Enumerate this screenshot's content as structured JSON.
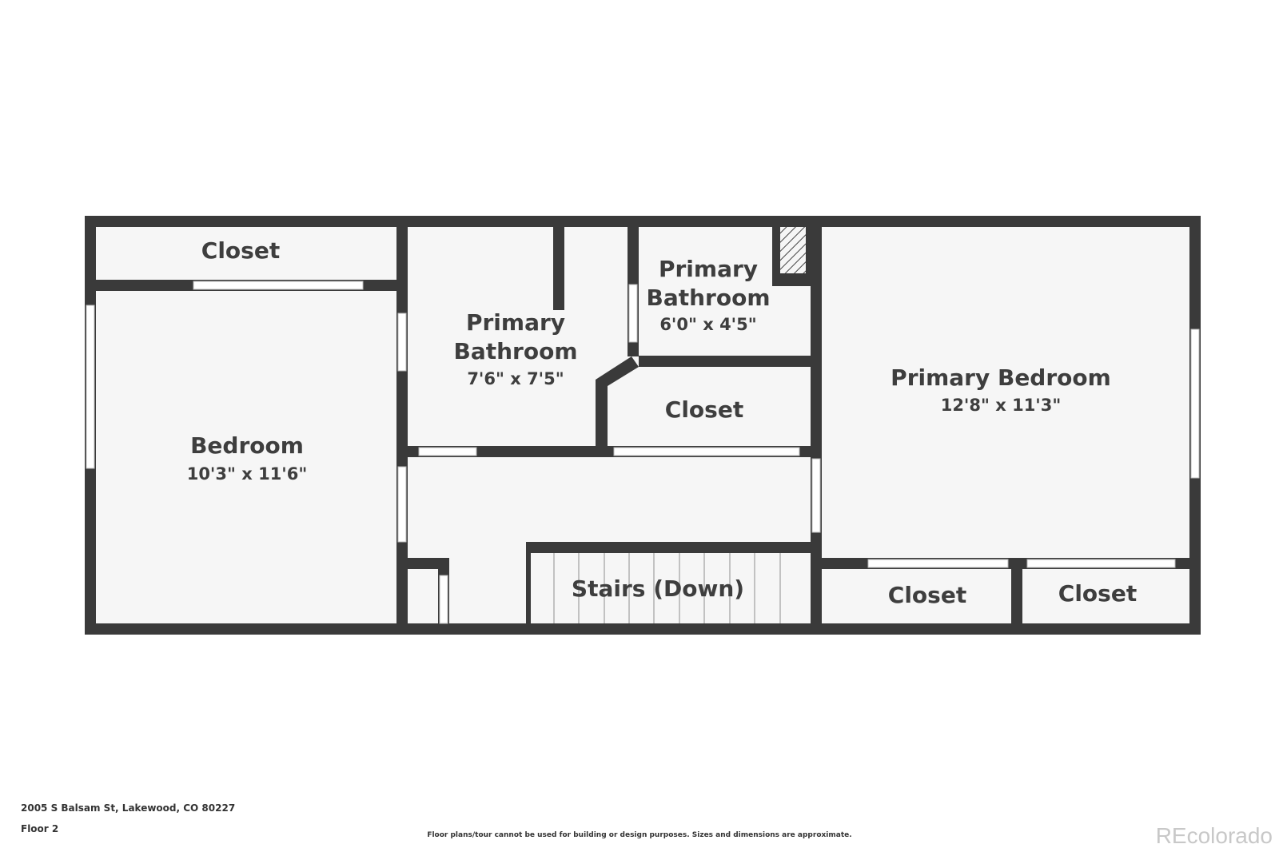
{
  "plan": {
    "colors": {
      "wall": "#3a3a3a",
      "floor": "#f6f6f6",
      "opening": "#ffffff",
      "text": "#3e3e3e"
    },
    "rooms": [
      {
        "id": "closet-top-left",
        "name": [
          "Closet"
        ],
        "dim": ""
      },
      {
        "id": "bedroom",
        "name": [
          "Bedroom"
        ],
        "dim": "10'3\" x 11'6\""
      },
      {
        "id": "primary-bathroom-1",
        "name": [
          "Primary",
          "Bathroom"
        ],
        "dim": "7'6\" x 7'5\""
      },
      {
        "id": "primary-bathroom-2",
        "name": [
          "Primary",
          "Bathroom"
        ],
        "dim": "6'0\" x 4'5\""
      },
      {
        "id": "closet-middle",
        "name": [
          "Closet"
        ],
        "dim": ""
      },
      {
        "id": "primary-bedroom",
        "name": [
          "Primary Bedroom"
        ],
        "dim": "12'8\" x 11'3\""
      },
      {
        "id": "stairs",
        "name": [
          "Stairs (Down)"
        ],
        "dim": ""
      },
      {
        "id": "closet-bottom-1",
        "name": [
          "Closet"
        ],
        "dim": ""
      },
      {
        "id": "closet-bottom-2",
        "name": [
          "Closet"
        ],
        "dim": ""
      }
    ]
  },
  "footer": {
    "address": "2005 S Balsam St, Lakewood, CO 80227",
    "floor": "Floor 2",
    "disclaimer": "Floor plans/tour cannot be used for building or design purposes. Sizes and dimensions are approximate.",
    "watermark": "REcolorado"
  }
}
